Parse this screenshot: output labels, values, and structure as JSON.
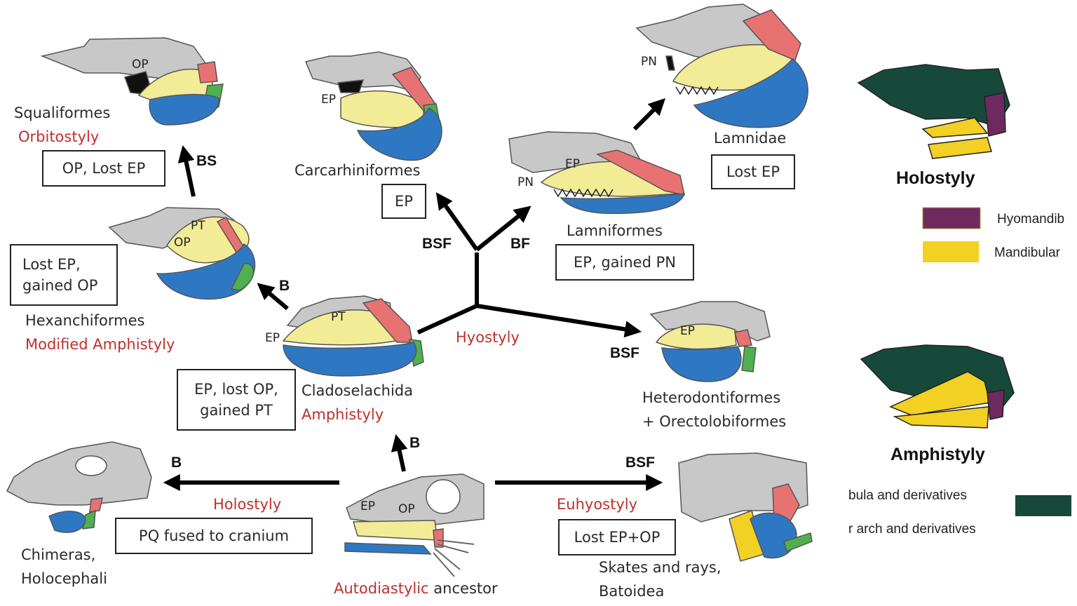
{
  "colors": {
    "cranium": "#c8c8c8",
    "mandibular": "#f2ec96",
    "meckel": "#2e78c3",
    "hyomandibula": "#e87272",
    "ceratohyal": "#4fb050",
    "holo_cranium": "#17493a",
    "holo_hyomandibula": "#6e2a5e",
    "holo_mandibular": "#f2d024"
  },
  "taxa": {
    "squaliformes": {
      "name": "Squaliformes",
      "mode": "Orbitostyly",
      "box": "OP, Lost EP",
      "label": "OP"
    },
    "hexanchiformes": {
      "name": "Hexanchiformes",
      "mode": "Modified Amphistyly",
      "box": [
        "Lost EP,",
        "gained OP"
      ],
      "labels": [
        "PT",
        "OP"
      ]
    },
    "cladoselachida": {
      "name": "Cladoselachida",
      "mode": "Amphistyly",
      "box": [
        "EP, lost OP,",
        "gained PT"
      ],
      "labels": [
        "PT",
        "EP"
      ]
    },
    "carcharhiniformes": {
      "name": "Carcarhiniformes",
      "box": "EP",
      "label": "EP"
    },
    "lamniformes": {
      "name": "Lamniformes",
      "box": "EP, gained PN",
      "labels": [
        "EP",
        "PN"
      ]
    },
    "lamnidae": {
      "name": "Lamnidae",
      "box": "Lost EP",
      "label": "PN"
    },
    "heterodontiformes": {
      "name": [
        "Heterodontiformes",
        "+ Orectolobiformes"
      ],
      "label": "EP"
    },
    "chimeras": {
      "name": [
        "Chimeras,",
        "Holocephali"
      ],
      "mode": "Holostyly",
      "box": "PQ fused to cranium"
    },
    "ancestor": {
      "mode": "Autodiastylic",
      "name": "ancestor",
      "labels": [
        "EP",
        "OP"
      ]
    },
    "skates": {
      "name": [
        "Skates and rays,",
        "Batoidea"
      ],
      "mode": "Euhyostyly",
      "box": "Lost EP+OP"
    }
  },
  "hyostyly": "Hyostyly",
  "arrows": {
    "bs": "BS",
    "b_hex": "B",
    "b_clado": "B",
    "b_chim": "B",
    "bsf_carch": "BSF",
    "bf_lamn": "BF",
    "bsf_hetero": "BSF",
    "bsf_skates": "BSF"
  },
  "panel": {
    "holostyly": "Holostyly",
    "amphistyly": "Amphistyly",
    "legend_hyomandib": "Hyomandib",
    "legend_mandibular": "Mandibular",
    "legend_derivs": "bula and derivatives",
    "legend_arch": "r arch and derivatives"
  }
}
